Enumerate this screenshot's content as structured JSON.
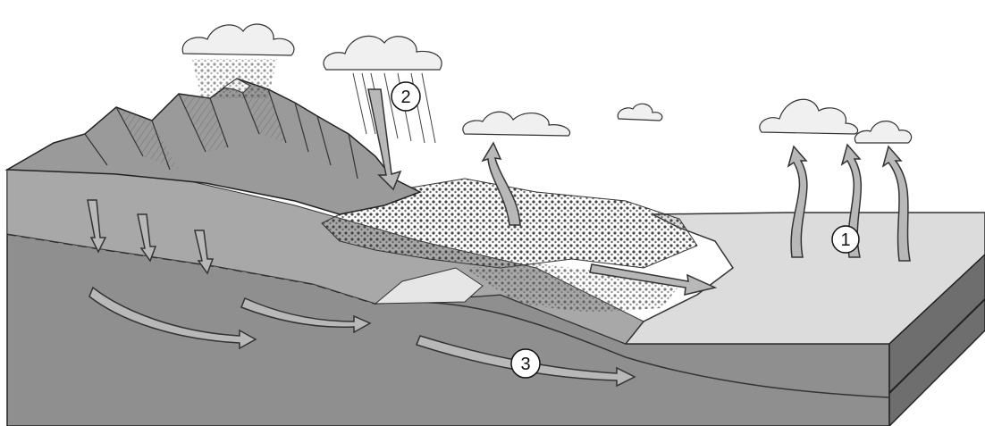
{
  "diagram": {
    "callouts": [
      {
        "id": "1",
        "text": "1"
      },
      {
        "id": "2",
        "text": "2"
      },
      {
        "id": "3",
        "text": "3"
      }
    ],
    "colors": {
      "arrow_fill": "#b8b8b8",
      "arrow_stroke": "#333333",
      "sea_surface": "#d9d9d9",
      "earth_block": "#8c8c8c",
      "block_right": "#6e6e6e",
      "ground": "#a8a8a8"
    },
    "icons": [
      "cloud-icon",
      "rain-icon",
      "snow-icon",
      "mountain-icon",
      "arrow-icon"
    ]
  }
}
